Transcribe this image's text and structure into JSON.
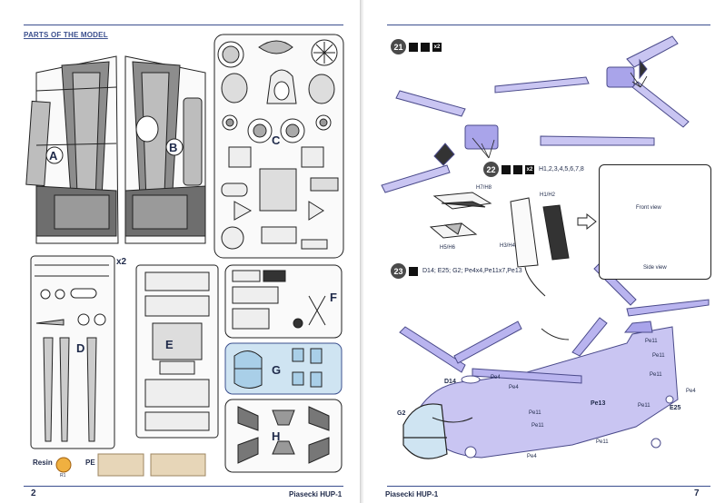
{
  "left_page": {
    "section_title": "PARTS OF THE MODEL",
    "footer_page": "2",
    "footer_title": "Piasecki HUP-1",
    "sprues": {
      "a": "A",
      "b": "B",
      "c": "C",
      "d": "D",
      "e": "E",
      "f": "F",
      "g": "G",
      "h": "H"
    },
    "multiplier": "x2",
    "resin_label": "Resin",
    "resin_part": "R1",
    "pe_label": "PE"
  },
  "right_page": {
    "footer_title": "Piasecki HUP-1",
    "footer_page": "7",
    "steps": [
      {
        "number": "21",
        "icons": [
          "glue-icon",
          "paint-icon",
          "count-icon"
        ],
        "icon_text": [
          "",
          "",
          "x2"
        ],
        "parts": ""
      },
      {
        "number": "22",
        "icons": [
          "glue-icon",
          "paint-icon",
          "count-icon"
        ],
        "icon_text": [
          "",
          "",
          "x2"
        ],
        "parts": "H1,2,3,4,5,6,7,8"
      },
      {
        "number": "23",
        "icons": [
          "glue-icon"
        ],
        "icon_text": [
          ""
        ],
        "parts": "D14; E25; G2; Pe4x4,Pe11x7,Pe13"
      }
    ],
    "step22_labels": {
      "h7h8": "H7/H8",
      "h1h2": "H1/H2",
      "h5h6": "H5/H6",
      "h3h4": "H3/H4",
      "front_view": "Front view",
      "side_view": "Side view"
    },
    "step23_labels": {
      "d14": "D14",
      "g2": "G2",
      "e25": "E25",
      "pe13": "Pe13",
      "pe4": "Pe4",
      "pe11": "Pe11"
    }
  },
  "colors": {
    "accent": "#3b4f8e",
    "highlight_purple": "#8b85e8",
    "sprue_g_blue": "#cfe4f2"
  }
}
